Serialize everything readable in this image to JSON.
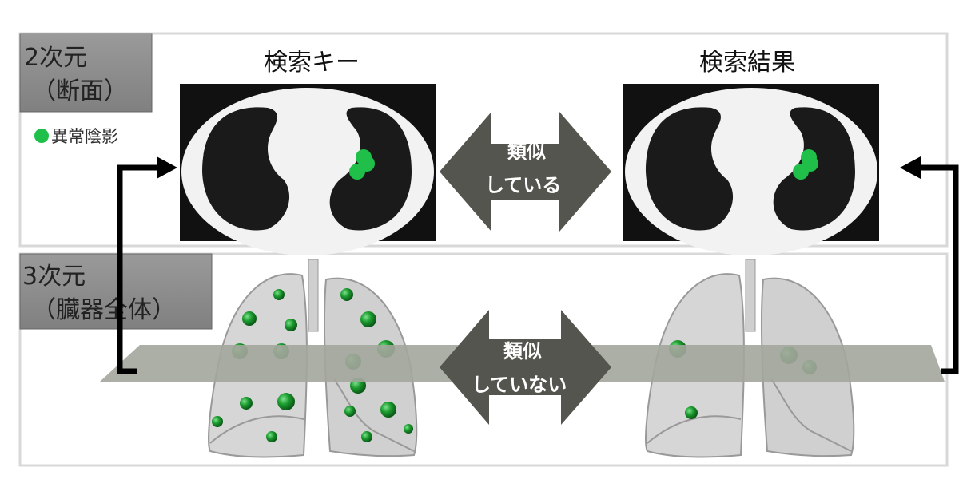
{
  "panel_2d": {
    "label_line1": "2次元",
    "label_line2": "（断面）"
  },
  "panel_3d": {
    "label_line1": "3次元",
    "label_line2": "（臓器全体）"
  },
  "legend": {
    "label": "異常陰影",
    "color": "#1fbf4a"
  },
  "query": {
    "title": "検索キー"
  },
  "result": {
    "title": "検索結果"
  },
  "arrow_2d": {
    "line1": "類似",
    "line2": "している"
  },
  "arrow_3d": {
    "line1": "類似",
    "line2": "していない"
  },
  "colors": {
    "arrow": "#555550",
    "label_box": "#8c8c8c",
    "plane": "#a3a69c",
    "lung": "#d4d4d4",
    "lesion": "#1a9a2e"
  }
}
